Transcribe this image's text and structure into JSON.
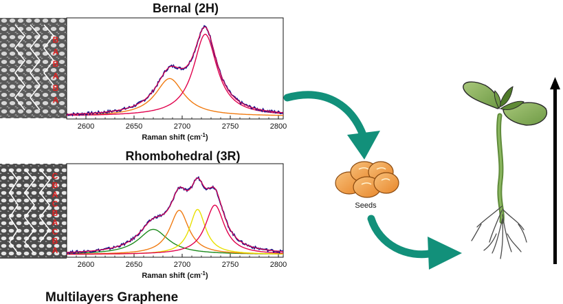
{
  "main_title": "Multilayers Graphene",
  "seeds_label": "Seeds",
  "colors": {
    "data": "#1a1a8c",
    "fit": "#e0004c",
    "orange": "#f07a10",
    "yellow": "#e8e000",
    "green": "#1a8a1a",
    "arrow": "#12907a",
    "layer_text": "#e02020"
  },
  "icons": [
    "seed-icon",
    "seedling-icon",
    "up-arrow-icon",
    "curved-arrow-icon"
  ],
  "chart_data": [
    {
      "type": "line",
      "title": "Bernal (2H)",
      "xlabel_main": "Raman shift (cm",
      "xlabel_sup": "-1",
      "xlabel_tail": ")",
      "xlim": [
        2580,
        2805
      ],
      "xticks": [
        2600,
        2650,
        2700,
        2750,
        2800
      ],
      "stacking": [
        "B",
        "A",
        "B",
        "A",
        "B",
        "A"
      ],
      "peaks": [
        {
          "component": "orange",
          "center": 2687,
          "height": 0.4,
          "width": 18
        },
        {
          "component": "fit",
          "center": 2724,
          "height": 0.87,
          "width": 15
        }
      ]
    },
    {
      "type": "line",
      "title": "Rhombohedral (3R)",
      "xlabel_main": "Raman shift (cm",
      "xlabel_sup": "-1",
      "xlabel_tail": ")",
      "xlim": [
        2580,
        2805
      ],
      "xticks": [
        2600,
        2650,
        2700,
        2750,
        2800
      ],
      "stacking": [
        "C",
        "B",
        "A",
        "C",
        "B",
        "A",
        "C",
        "B",
        "A"
      ],
      "peaks": [
        {
          "component": "green",
          "center": 2670,
          "height": 0.29,
          "width": 19
        },
        {
          "component": "orange",
          "center": 2697,
          "height": 0.51,
          "width": 12
        },
        {
          "component": "yellow",
          "center": 2716,
          "height": 0.52,
          "width": 10
        },
        {
          "component": "fit",
          "center": 2734,
          "height": 0.57,
          "width": 12
        }
      ]
    }
  ]
}
